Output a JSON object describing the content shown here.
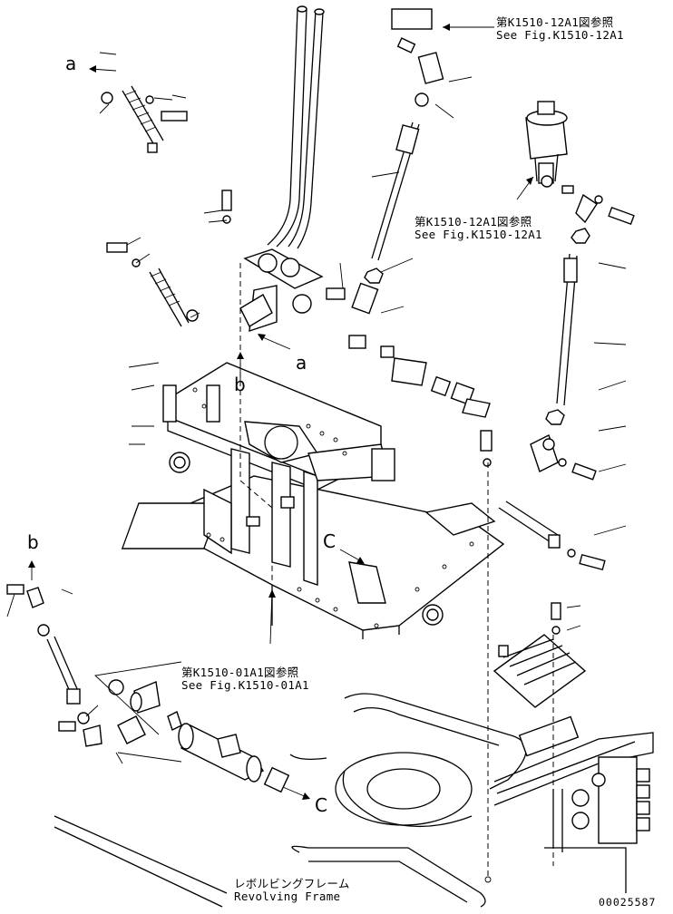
{
  "references": {
    "top": {
      "jp": "第K1510-12A1図参照",
      "en": "See Fig.K1510-12A1"
    },
    "middle": {
      "jp": "第K1510-12A1図参照",
      "en": "See Fig.K1510-12A1"
    },
    "bottom": {
      "jp": "第K1510-01A1図参照",
      "en": "See Fig.K1510-01A1"
    }
  },
  "frame_label": {
    "jp": "レボルビングフレーム",
    "en": "Revolving Frame"
  },
  "markers": {
    "a_top": "a",
    "a_mid": "a",
    "b_mid": "b",
    "b_left": "b",
    "c_mid": "C",
    "c_bottom": "C"
  },
  "drawing_code": "00025587"
}
